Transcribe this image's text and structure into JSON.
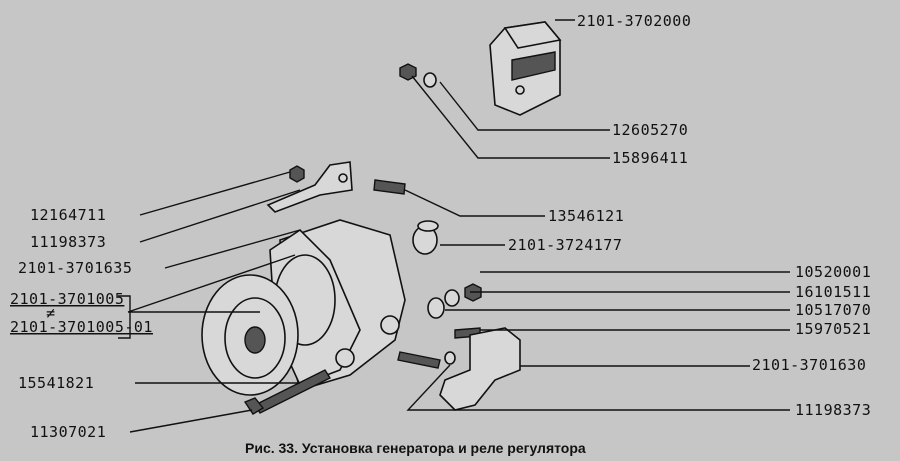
{
  "figure": {
    "caption": "Рис. 33. Установка генератора и реле регулятора",
    "labels": {
      "regulator_relay": "2101-3702000",
      "washer_relay": "12605270",
      "nut_relay": "15896411",
      "nut_top": "12164711",
      "washer_top": "11198373",
      "bracket_strap": "2101-3701635",
      "stud": "13546121",
      "bushing": "2101-3724177",
      "alternator_a": "2101-3701005",
      "alternator_sep": "≠",
      "alternator_b": "2101-3701005-01",
      "washer_r1": "10520001",
      "nut_r": "16101511",
      "washer_r2": "10517070",
      "bolt_r": "15970521",
      "bracket_mount": "2101-3701630",
      "bolt_long": "15541821",
      "washer_bottom": "11198373",
      "washer_left": "11307021"
    }
  }
}
